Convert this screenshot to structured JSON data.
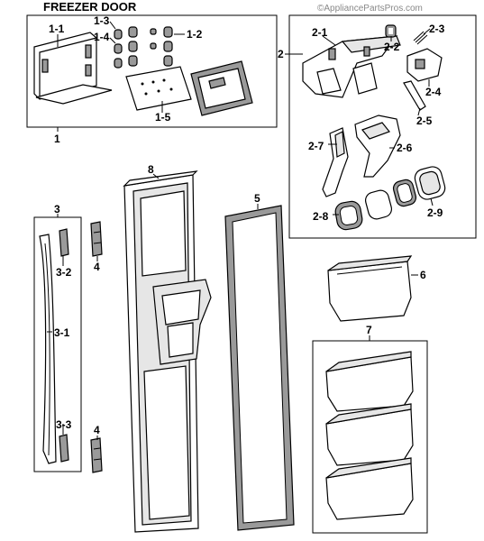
{
  "title": "FREEZER DOOR",
  "watermark": "©AppliancePartsPros.com",
  "labels": {
    "l1": "1",
    "l1_1": "1-1",
    "l1_2": "1-2",
    "l1_3": "1-3",
    "l1_4": "1-4",
    "l1_5": "1-5",
    "l2": "2",
    "l2_1": "2-1",
    "l2_2": "2-2",
    "l2_3": "2-3",
    "l2_4": "2-4",
    "l2_5": "2-5",
    "l2_6": "2-6",
    "l2_7": "2-7",
    "l2_8": "2-8",
    "l2_9": "2-9",
    "l3": "3",
    "l3_1": "3-1",
    "l3_2": "3-2",
    "l3_3": "3-3",
    "l4a": "4",
    "l4b": "4",
    "l5": "5",
    "l6": "6",
    "l7": "7",
    "l8": "8"
  }
}
